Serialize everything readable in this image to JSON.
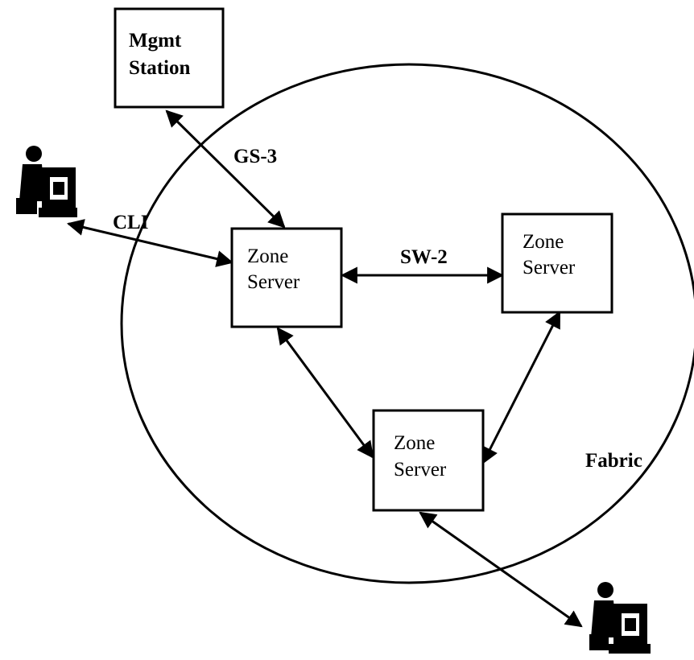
{
  "diagram": {
    "mgmt_station": {
      "line1": "Mgmt",
      "line2": "Station"
    },
    "zone_server_left": {
      "line1": "Zone",
      "line2": "Server"
    },
    "zone_server_right": {
      "line1": "Zone",
      "line2": "Server"
    },
    "zone_server_bottom": {
      "line1": "Zone",
      "line2": "Server"
    },
    "labels": {
      "gs3": "GS-3",
      "cli": "CLI",
      "sw2": "SW-2",
      "fabric": "Fabric"
    },
    "icons": [
      "user-computer-icon",
      "user-computer-icon"
    ],
    "colors": {
      "line": "#000000",
      "background": "#ffffff"
    }
  }
}
